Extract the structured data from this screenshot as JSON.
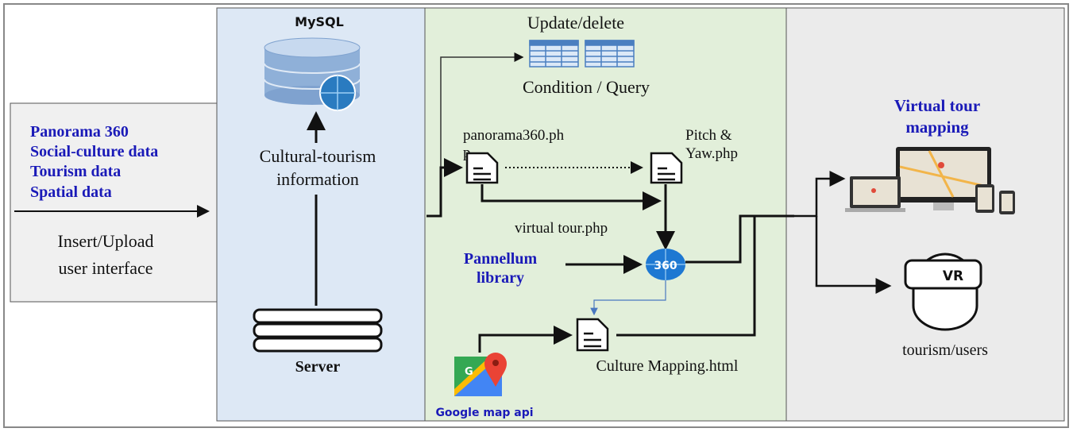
{
  "left": {
    "inputs": [
      "Panorama  360",
      "Social-culture data",
      "Tourism data",
      "Spatial data"
    ],
    "ui_line1": "Insert/Upload",
    "ui_line2": "user interface"
  },
  "db": {
    "title": "MySQL",
    "info_line1": "Cultural-tourism",
    "info_line2": "information",
    "server": "Server"
  },
  "logic": {
    "update": "Update/delete",
    "query": "Condition / Query",
    "panorama_line1": "panorama360.ph",
    "panorama_line2": "p",
    "pitch_line1": "Pitch &",
    "pitch_line2": "Yaw.php",
    "virtual_tour": "virtual tour.php",
    "pannellum_line1": "Pannellum",
    "pannellum_line2": "library",
    "badge_360": "360",
    "culture_mapping": "Culture Mapping.html",
    "google_map": "Google map api",
    "google_g": "G"
  },
  "output": {
    "mapping_line1": "Virtual tour",
    "mapping_line2": "mapping",
    "vr": "VR",
    "users": "tourism/users"
  },
  "colors": {
    "panel_left": "#f0f0f0",
    "panel_db": "#dde8f5",
    "panel_logic": "#e2efda",
    "panel_output": "#ebebeb",
    "label_blue": "#1a1ab8"
  }
}
